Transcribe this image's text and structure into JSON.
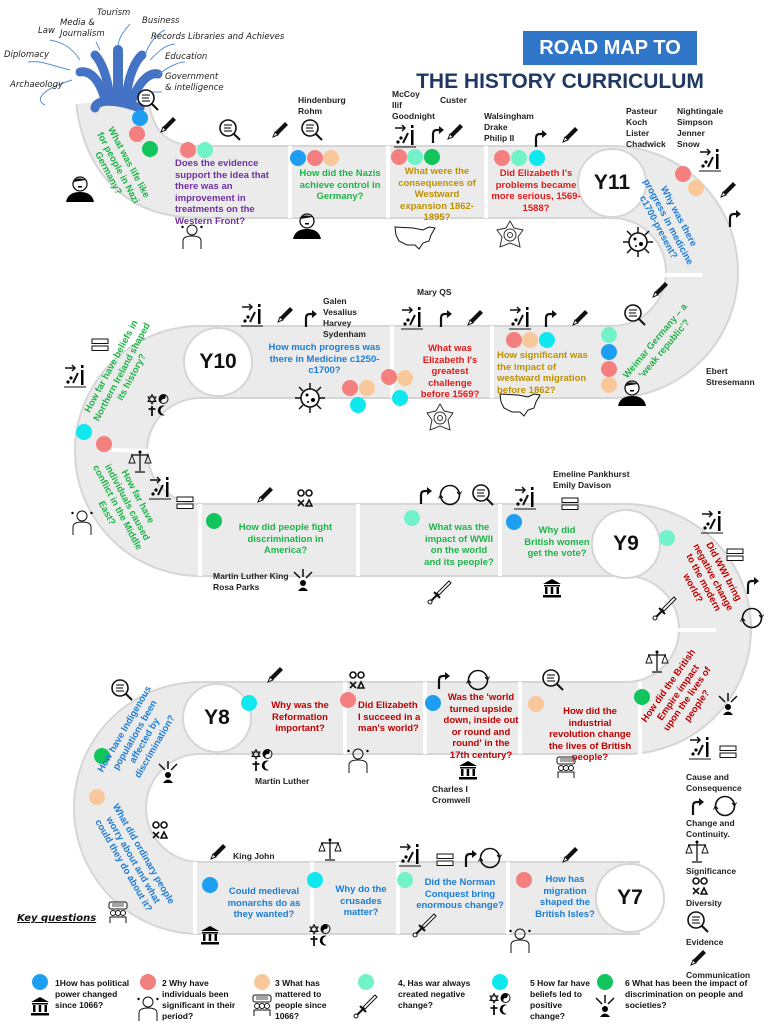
{
  "title": {
    "line1": "ROAD MAP TO",
    "line2": "THE HISTORY CURRICULUM"
  },
  "careers": [
    "Law",
    "Media &\nJournalism",
    "Tourism",
    "Business",
    "Records Libraries and Achieves",
    "Diplomacy",
    "Education",
    "Archaeology",
    "Government\n& intelligence"
  ],
  "years": [
    "Y11",
    "Y10",
    "Y9",
    "Y8",
    "Y7"
  ],
  "theme_colors": {
    "power": "#1e9ef0",
    "individuals": "#f47f7f",
    "mattered": "#f9c89a",
    "war": "#72f2c8",
    "beliefs": "#10e8f0",
    "discrimination": "#12c45c"
  },
  "questions": [
    {
      "text": "What was life like for people in Nazi Germany?",
      "color": "#1fb34a",
      "dots": [
        "power",
        "individuals",
        "discrimination"
      ]
    },
    {
      "text": "Does the evidence support the idea that there was an improvement in treatments on the Western Front?",
      "color": "#7030a0",
      "dots": [
        "individuals",
        "war"
      ]
    },
    {
      "text": "How did the Nazis achieve control in Germany?",
      "color": "#1fb34a",
      "dots": [
        "power",
        "individuals",
        "mattered"
      ]
    },
    {
      "text": "What were the consequences of Westward expansion 1862-1895?",
      "color": "#bf9000",
      "dots": [
        "individuals",
        "war",
        "discrimination"
      ]
    },
    {
      "text": "Did Elizabeth I's problems became more serious, 1569-1588?",
      "color": "#e51a1a",
      "dots": [
        "individuals",
        "war",
        "beliefs"
      ]
    },
    {
      "text": "Why was there progress in medicine c1700-present?",
      "color": "#1c7cd5",
      "dots": [
        "individuals",
        "mattered"
      ]
    },
    {
      "text": "Weimar Germany – a 'weak republic'?",
      "color": "#1fb34a",
      "dots": [
        "war",
        "power",
        "individuals",
        "mattered"
      ]
    },
    {
      "text": "How significant was the impact of westward migration before 1862?",
      "color": "#bf9000",
      "dots": [
        "individuals",
        "mattered",
        "beliefs"
      ]
    },
    {
      "text": "What was Elizabeth I's greatest challenge before 1569?",
      "color": "#e51a1a",
      "dots": [
        "individuals",
        "mattered",
        "beliefs"
      ]
    },
    {
      "text": "How much progress was there in Medicine c1250-c1700?",
      "color": "#1c7cd5",
      "dots": [
        "individuals",
        "mattered",
        "beliefs"
      ]
    },
    {
      "text": "How far have beliefs in Northern Ireland shaped its history?",
      "color": "#1fb34a",
      "dots": [
        "beliefs"
      ]
    },
    {
      "text": "How far have individuals caused conflict in the Middle East?",
      "color": "#1fb34a",
      "dots": [
        "individuals"
      ]
    },
    {
      "text": "How did people fight discrimination in America?",
      "color": "#1fb34a",
      "dots": [
        "discrimination"
      ]
    },
    {
      "text": "What was the impact of WWII on the world and its people?",
      "color": "#1fb34a",
      "dots": [
        "war"
      ]
    },
    {
      "text": "Why did British women get the vote?",
      "color": "#1fb34a",
      "dots": [
        "power"
      ]
    },
    {
      "text": "Did WWI bring negative change to the modern world?",
      "color": "#c00000",
      "dots": [
        "war"
      ]
    },
    {
      "text": "How did the British Empire impact upon the lives of people?",
      "color": "#c00000",
      "dots": [
        "discrimination"
      ]
    },
    {
      "text": "How did the industrial revolution change the lives of British people?",
      "color": "#c00000",
      "dots": [
        "mattered"
      ]
    },
    {
      "text": "Was the 'world turned upside down, inside out or round and round' in the 17th century?",
      "color": "#c00000",
      "dots": [
        "power"
      ]
    },
    {
      "text": "Did Elizabeth I succeed in a man's world?",
      "color": "#c00000",
      "dots": [
        "individuals"
      ]
    },
    {
      "text": "Why was the Reformation important?",
      "color": "#c00000",
      "dots": [
        "beliefs"
      ]
    },
    {
      "text": "How have Indigenous populations been affected by discrimination?",
      "color": "#1c7cd5",
      "dots": [
        "discrimination"
      ]
    },
    {
      "text": "What did ordinary people worry about and what could they do about it?",
      "color": "#1c7cd5",
      "dots": [
        "mattered"
      ]
    },
    {
      "text": "Could medieval monarchs do as they wanted?",
      "color": "#1c7cd5",
      "dots": [
        "power"
      ]
    },
    {
      "text": "Why do the crusades matter?",
      "color": "#1c7cd5",
      "dots": [
        "beliefs"
      ]
    },
    {
      "text": "Did the Norman Conquest bring enormous change?",
      "color": "#1c7cd5",
      "dots": [
        "war"
      ]
    },
    {
      "text": "How has migration shaped the British Isles?",
      "color": "#1c7cd5",
      "dots": [
        "individuals"
      ]
    }
  ],
  "people": [
    "Hindenburg\nRohm",
    "McCoy\nIlif\nGoodnight",
    "Custer",
    "Walsingham\nDrake\nPhilip II",
    "Pasteur\nKoch\nLister\nChadwick",
    "Nightingale\nSimpson\nJenner\nSnow",
    "Ebert\nStresemann",
    "Mary QS",
    "Galen\nVesalius\nHarvey\nSydenham",
    "Martin Luther King\nRosa Parks",
    "Emeline Pankhurst\nEmily Davison",
    "Charles I\nCromwell",
    "Martin Luther",
    "King John"
  ],
  "skills": [
    "Cause and\nConsequence",
    "Change and\nContinuity.",
    "Significance",
    "Diversity",
    "Evidence",
    "Communication"
  ],
  "key_title": "Key questions",
  "key_questions": [
    {
      "text": "1How has political power changed since 1066?",
      "dot": "power"
    },
    {
      "text": "2 Why have individuals been significant in their period?",
      "dot": "individuals"
    },
    {
      "text": "3 What has mattered to people since 1066?",
      "dot": "mattered"
    },
    {
      "text": "4, Has war always created negative change?",
      "dot": "war"
    },
    {
      "text": "5 How far have beliefs led to positive change?",
      "dot": "beliefs"
    },
    {
      "text": "6 What has been the impact of discrimination on people and societies?",
      "dot": "discrimination"
    }
  ]
}
